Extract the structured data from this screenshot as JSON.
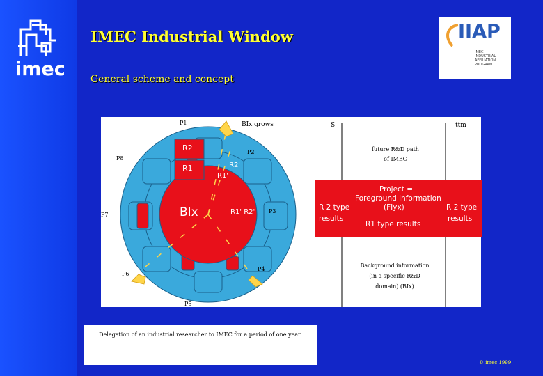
{
  "slide": {
    "title": "IMEC Industrial Window",
    "subtitle": "General scheme and concept",
    "copyright": "© imec 1999"
  },
  "logos": {
    "imec_text": "imec",
    "iiap_text": "IIAP",
    "iiap_subtitle": "IMEC\nINDUSTRIAL\nAFFILIATION\nPROGRAM"
  },
  "diagram": {
    "ring_labels": [
      "P1",
      "P2",
      "P3",
      "P4",
      "P5",
      "P6",
      "P7",
      "P8"
    ],
    "bi_grows": "BIx grows",
    "r2": "R2",
    "r1": "R1",
    "r2p": "R2'",
    "r1p": "R1'",
    "center": "BIx",
    "r1r2": "R1' R2'",
    "s_label": "S",
    "ttm_label": "ttm",
    "future_path": "future R&D path\nof IMEC",
    "project_lines": [
      "Project =",
      "Foreground information",
      "(FIyx)"
    ],
    "r2_left": [
      "R 2 type",
      "results"
    ],
    "r2_right": [
      "R 2 type",
      "results"
    ],
    "r1_results": "R1 type results",
    "background_info": "Background information\n(in a specific R&D\ndomain) (BIx)"
  },
  "caption": "Delegation of an industrial researcher to IMEC for a period of one year",
  "colors": {
    "background": "#1226c8",
    "title": "#ffff33",
    "ring": "#3aa9dc",
    "inner_circle": "#e8101a",
    "band": "#e8101a"
  }
}
